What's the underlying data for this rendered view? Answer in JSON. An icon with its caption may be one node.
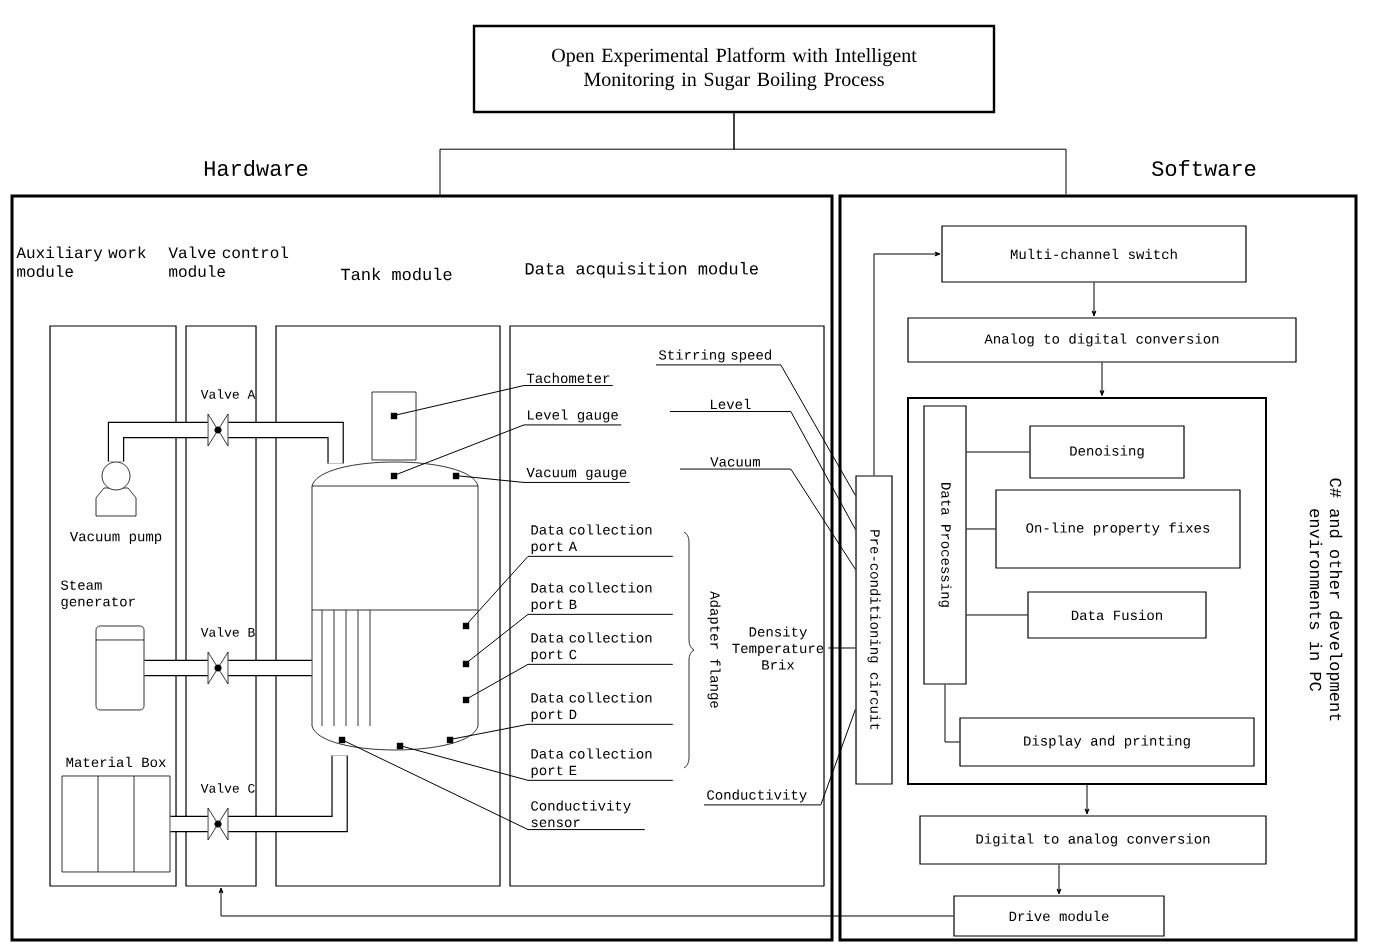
{
  "diagram": {
    "nodes": [
      {
        "text": [
          "Open Experimental Platform with Intelligent Monitoring in Sugar Boiling Process"
        ]
      },
      {
        "text": [
          "Hardware"
        ]
      },
      {
        "text": [
          "Software"
        ]
      },
      {
        "text": [
          "Auxiliary work module"
        ],
        "in": 1
      },
      {
        "text": [
          "Valve control module"
        ],
        "in": 1
      },
      {
        "text": [
          "Tank module"
        ],
        "in": 1
      },
      {
        "text": [
          "Data acquisition module"
        ],
        "in": 1
      },
      {
        "text": [
          "Vacuum pump"
        ],
        "in": 3
      },
      {
        "text": [
          "Steam generator"
        ],
        "in": 3
      },
      {
        "text": [
          "Material Box"
        ],
        "in": 3
      },
      {
        "text": [
          "Valve A"
        ],
        "in": 4
      },
      {
        "text": [
          "Valve B"
        ],
        "in": 4
      },
      {
        "text": [
          "Valve C"
        ],
        "in": 4
      },
      {
        "text": [],
        "shape": "tank",
        "in": 5
      },
      {
        "text": [
          "Tachometer"
        ],
        "in": 6
      },
      {
        "text": [
          "Level gauge"
        ],
        "in": 6
      },
      {
        "text": [
          "Vacuum gauge"
        ],
        "in": 6
      },
      {
        "text": [
          "Data collection port A"
        ],
        "in": 6
      },
      {
        "text": [
          "Data collection port B"
        ],
        "in": 6
      },
      {
        "text": [
          "Data collection port C"
        ],
        "in": 6
      },
      {
        "text": [
          "Data collection port D"
        ],
        "in": 6
      },
      {
        "text": [
          "Data collection port E"
        ],
        "in": 6
      },
      {
        "text": [
          "Conductivity sensor"
        ],
        "in": 6
      },
      {
        "text": [
          "Stirring speed"
        ],
        "in": 6
      },
      {
        "text": [
          "Level"
        ],
        "in": 6
      },
      {
        "text": [
          "Vacuum"
        ],
        "in": 6
      },
      {
        "text": [
          "Density Temperature Brix"
        ],
        "in": 6
      },
      {
        "text": [
          "Conductivity"
        ],
        "in": 6
      },
      {
        "text": [
          "Pre-conditioning circuit"
        ],
        "in": 2
      },
      {
        "text": [
          "Multi-channel switch"
        ],
        "in": 2
      },
      {
        "text": [
          "Analog to digital conversion"
        ],
        "in": 2
      },
      {
        "text": [],
        "shape": "box",
        "in": 2,
        "beside": [
          "C# and other development environments in PC"
        ]
      },
      {
        "text": [
          "Data Processing"
        ],
        "in": 31
      },
      {
        "text": [
          "Denoising"
        ],
        "in": 31
      },
      {
        "text": [
          "On-line property fixes"
        ],
        "in": 31
      },
      {
        "text": [
          "Data Fusion"
        ],
        "in": 31
      },
      {
        "text": [
          "Display and printing"
        ],
        "in": 31
      },
      {
        "text": [
          "Digital to analog conversion"
        ],
        "in": 2
      },
      {
        "text": [
          "Drive module"
        ],
        "in": 2
      }
    ],
    "edges": [
      {
        "from": 0,
        "to": 1,
        "arrow": "none"
      },
      {
        "from": 0,
        "to": 2,
        "arrow": "none"
      },
      {
        "from": 7,
        "to": 10,
        "arrow": "none",
        "style": "thick"
      },
      {
        "from": 10,
        "to": 13,
        "arrow": "none",
        "style": "thick"
      },
      {
        "from": 8,
        "to": 11,
        "arrow": "none",
        "style": "thick"
      },
      {
        "from": 11,
        "to": 13,
        "arrow": "none",
        "style": "thick"
      },
      {
        "from": 9,
        "to": 12,
        "arrow": "none",
        "style": "thick"
      },
      {
        "from": 12,
        "to": 13,
        "arrow": "none",
        "style": "thick"
      },
      {
        "from": 14,
        "to": 13,
        "arrow": "none"
      },
      {
        "from": 15,
        "to": 13,
        "arrow": "none"
      },
      {
        "from": 16,
        "to": 13,
        "arrow": "none"
      },
      {
        "from": 17,
        "to": 13,
        "arrow": "none"
      },
      {
        "from": 18,
        "to": 13,
        "arrow": "none"
      },
      {
        "from": 19,
        "to": 13,
        "arrow": "none"
      },
      {
        "from": 20,
        "to": 13,
        "arrow": "none"
      },
      {
        "from": 21,
        "to": 13,
        "arrow": "none"
      },
      {
        "from": 22,
        "to": 13,
        "arrow": "none"
      },
      {
        "from": 23,
        "to": 28,
        "arrow": "none"
      },
      {
        "from": 24,
        "to": 28,
        "arrow": "none"
      },
      {
        "from": 25,
        "to": 28,
        "arrow": "none"
      },
      {
        "from": 26,
        "to": 28,
        "arrow": "none"
      },
      {
        "from": 27,
        "to": 28,
        "arrow": "none"
      },
      {
        "from": 28,
        "to": 29,
        "arrow": "to"
      },
      {
        "from": 29,
        "to": 30,
        "arrow": "to"
      },
      {
        "from": 30,
        "to": 31,
        "arrow": "to"
      },
      {
        "from": 32,
        "to": 33,
        "arrow": "none"
      },
      {
        "from": 32,
        "to": 34,
        "arrow": "none"
      },
      {
        "from": 32,
        "to": 35,
        "arrow": "none"
      },
      {
        "from": 32,
        "to": 36,
        "arrow": "none"
      },
      {
        "from": 31,
        "to": 37,
        "arrow": "to"
      },
      {
        "from": 37,
        "to": 38,
        "arrow": "to"
      },
      {
        "from": 38,
        "to": 4,
        "arrow": "to"
      }
    ],
    "labels": [
      "Adapter flange"
    ]
  }
}
